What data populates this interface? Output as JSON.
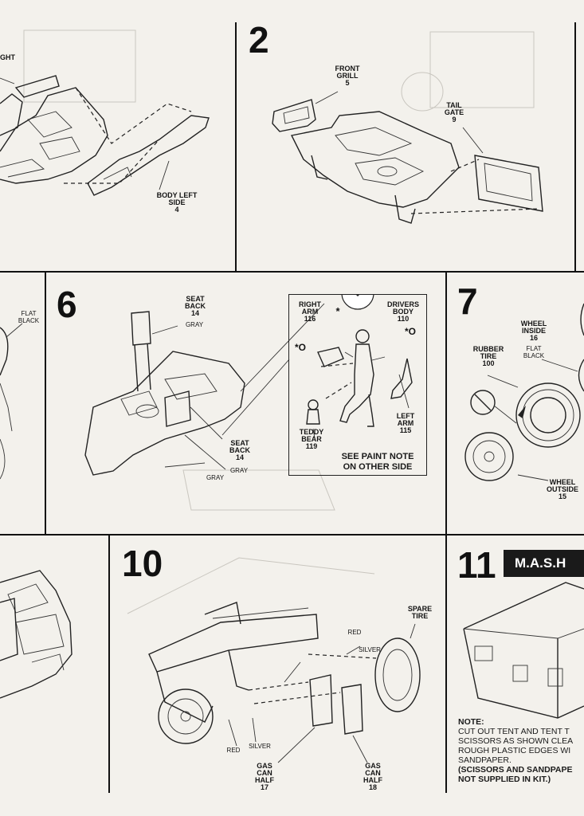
{
  "steps": {
    "step2": {
      "number": "2",
      "labels": {
        "front_grill": "FRONT\nGRILL\n5",
        "tail_gate": "TAIL\nGATE\n9"
      }
    },
    "step1_partial": {
      "labels": {
        "ght": "GHT",
        "body_left_side": "BODY LEFT\nSIDE\n4"
      }
    },
    "step5_partial": {
      "labels": {
        "flat_black": "FLAT\nBLACK"
      }
    },
    "step6": {
      "number": "6",
      "labels": {
        "seat_back_top": "SEAT\nBACK\n14",
        "gray_top": "GRAY",
        "seat_back_bottom": "SEAT\nBACK\n14",
        "gray_right": "GRAY",
        "gray_bottom": "GRAY",
        "right_arm": "RIGHT\nARM\n116",
        "drivers_body": "DRIVERS\nBODY\n110",
        "left_arm": "LEFT\nARM\n115",
        "teddy_bear": "TEDDY\nBEAR\n119"
      },
      "asterisk_marks": [
        "*o",
        "*o",
        "*"
      ],
      "paint_note": "SEE PAINT NOTE\nON OTHER SIDE"
    },
    "step7": {
      "number": "7",
      "labels": {
        "wheel_inside": "WHEEL\nINSIDE\n16",
        "flat_black": "FLAT\nBLACK",
        "rubber_tire": "RUBBER\nTIRE\n100",
        "wheel_outside": "WHEEL\nOUTSIDE\n15"
      }
    },
    "step10": {
      "number": "10",
      "labels": {
        "spare_tire": "SPARE\nTIRE",
        "red_top": "RED",
        "silver_top": "SILVER",
        "red_bottom": "RED",
        "silver_bottom": "SILVER",
        "gas_can_half_17": "GAS\nCAN\nHALF\n17",
        "gas_can_half_18": "GAS\nCAN\nHALF\n18"
      }
    },
    "step11": {
      "number": "11",
      "title": "M.A.S.H",
      "note_heading": "NOTE:",
      "note_lines": [
        "CUT OUT TENT AND TENT T",
        "SCISSORS AS SHOWN CLEA",
        "ROUGH PLASTIC EDGES WI",
        "SANDPAPER."
      ],
      "note_bold_lines": [
        "(SCISSORS AND SANDPAPE",
        "NOT SUPPLIED IN KIT.)"
      ]
    }
  }
}
